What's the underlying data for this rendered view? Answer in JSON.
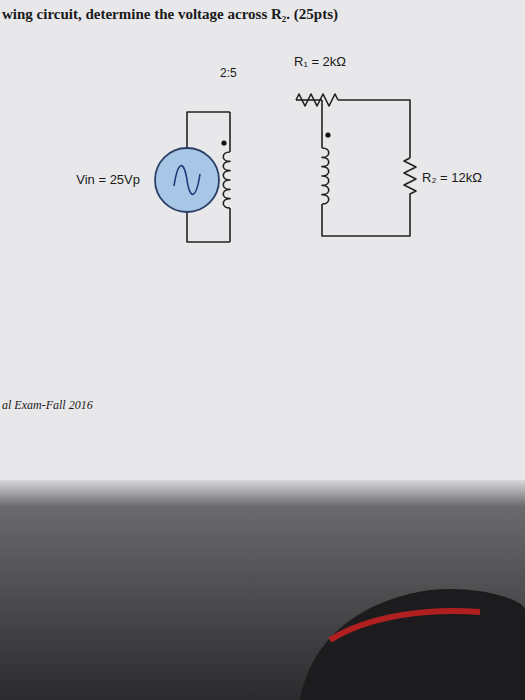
{
  "diagram": {
    "title": "wing circuit, determine the voltage across R₂. (25pts)",
    "labels": [
      "2:5",
      "R₁ = 2kΩ",
      "Vin = 25Vp",
      "R₂ = 12kΩ",
      "al Exam-Fall 2016"
    ]
  }
}
